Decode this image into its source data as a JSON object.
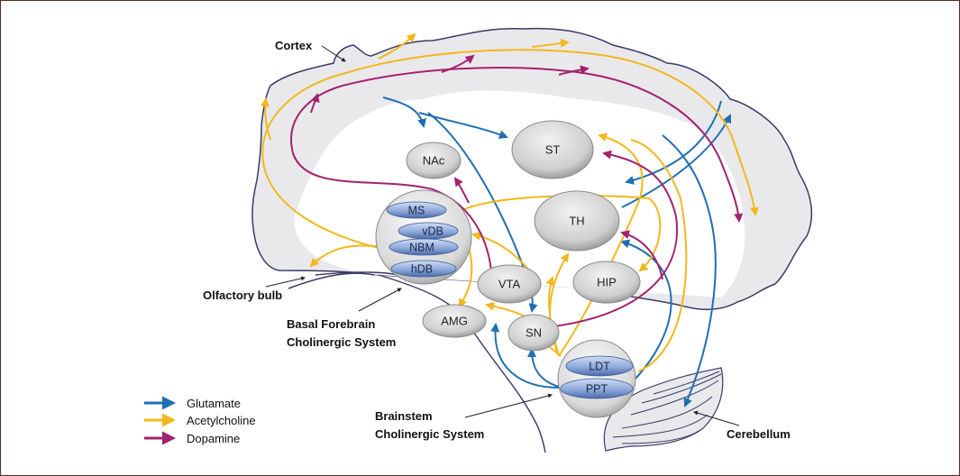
{
  "title": "Cholinergic, glutamatergic and dopaminergic pathways in the brain",
  "colors": {
    "glutamate": "#1f6fb2",
    "acetylcholine": "#f2b81c",
    "dopamine": "#a3216e",
    "frame": "#5a2a22",
    "cortex_fill": "#e9e9ec",
    "outline": "#3a3a66"
  },
  "region_labels": {
    "cortex": "Cortex",
    "olfactory_bulb": "Olfactory bulb",
    "basal_forebrain_1": "Basal Forebrain",
    "basal_forebrain_2": "Cholinergic System",
    "brainstem_1": "Brainstem",
    "brainstem_2": "Cholinergic System",
    "cerebellum": "Cerebellum"
  },
  "nodes": {
    "nac": "NAc",
    "st": "ST",
    "th": "TH",
    "vta": "VTA",
    "hip": "HIP",
    "amg": "AMG",
    "sn": "SN"
  },
  "basal_forebrain_nuclei": [
    "MS",
    "vDB",
    "NBM",
    "hDB"
  ],
  "brainstem_nuclei": [
    "LDT",
    "PPT"
  ],
  "legend": [
    {
      "label": "Glutamate",
      "color": "#1f6fb2"
    },
    {
      "label": "Acetylcholine",
      "color": "#f2b81c"
    },
    {
      "label": "Dopamine",
      "color": "#a3216e"
    }
  ]
}
